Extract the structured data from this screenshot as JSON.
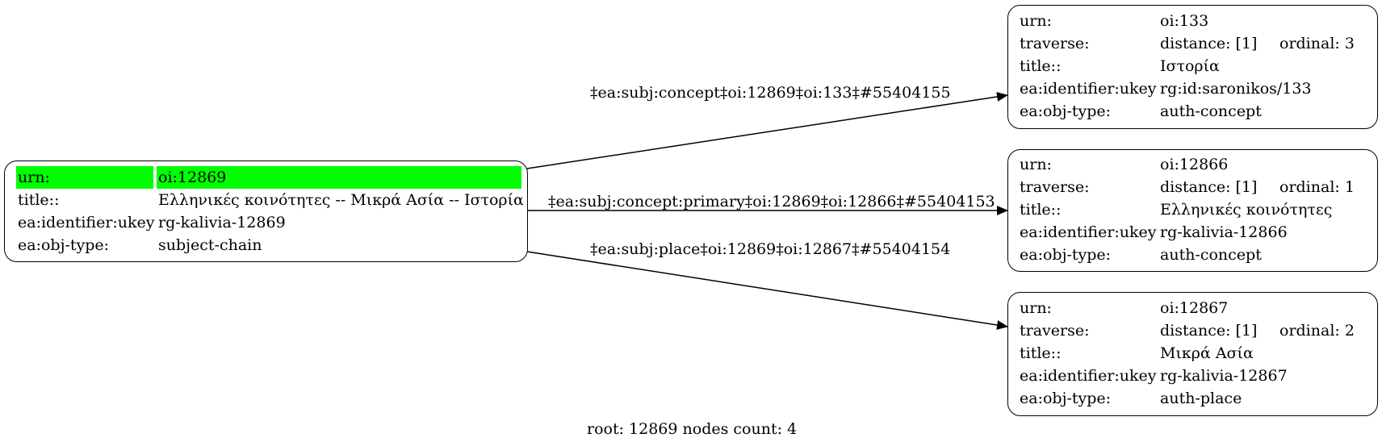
{
  "root_node": {
    "rows": [
      {
        "key": "urn:",
        "value": "oi:12869"
      },
      {
        "key": "title::",
        "value": "Ελληνικές κοινότητες -- Μικρά Ασία -- Ιστορία"
      },
      {
        "key": "ea:identifier:ukey",
        "value": "rg-kalivia-12869"
      },
      {
        "key": "ea:obj-type:",
        "value": "subject-chain"
      }
    ],
    "highlight_color": "#00ff00"
  },
  "child_nodes": [
    {
      "urn_key": "urn:",
      "urn": "oi:133",
      "traverse_key": "traverse:",
      "distance": "distance: [1]",
      "ordinal": "ordinal: 3",
      "title_key": "title::",
      "title": "Ιστορία",
      "ukey_key": "ea:identifier:ukey",
      "ukey": "rg:id:saronikos/133",
      "type_key": "ea:obj-type:",
      "type": "auth-concept"
    },
    {
      "urn_key": "urn:",
      "urn": "oi:12866",
      "traverse_key": "traverse:",
      "distance": "distance: [1]",
      "ordinal": "ordinal: 1",
      "title_key": "title::",
      "title": "Ελληνικές κοινότητες",
      "ukey_key": "ea:identifier:ukey",
      "ukey": "rg-kalivia-12866",
      "type_key": "ea:obj-type:",
      "type": "auth-concept"
    },
    {
      "urn_key": "urn:",
      "urn": "oi:12867",
      "traverse_key": "traverse:",
      "distance": "distance: [1]",
      "ordinal": "ordinal: 2",
      "title_key": "title::",
      "title": "Μικρά Ασία",
      "ukey_key": "ea:identifier:ukey",
      "ukey": "rg-kalivia-12867",
      "type_key": "ea:obj-type:",
      "type": "auth-place"
    }
  ],
  "edges": [
    {
      "label": "‡ea:subj:concept‡oi:12869‡oi:133‡#55404155"
    },
    {
      "label": "‡ea:subj:concept:primary‡oi:12869‡oi:12866‡#55404153"
    },
    {
      "label": "‡ea:subj:place‡oi:12869‡oi:12867‡#55404154"
    }
  ],
  "footer": "root: 12869 nodes count: 4"
}
